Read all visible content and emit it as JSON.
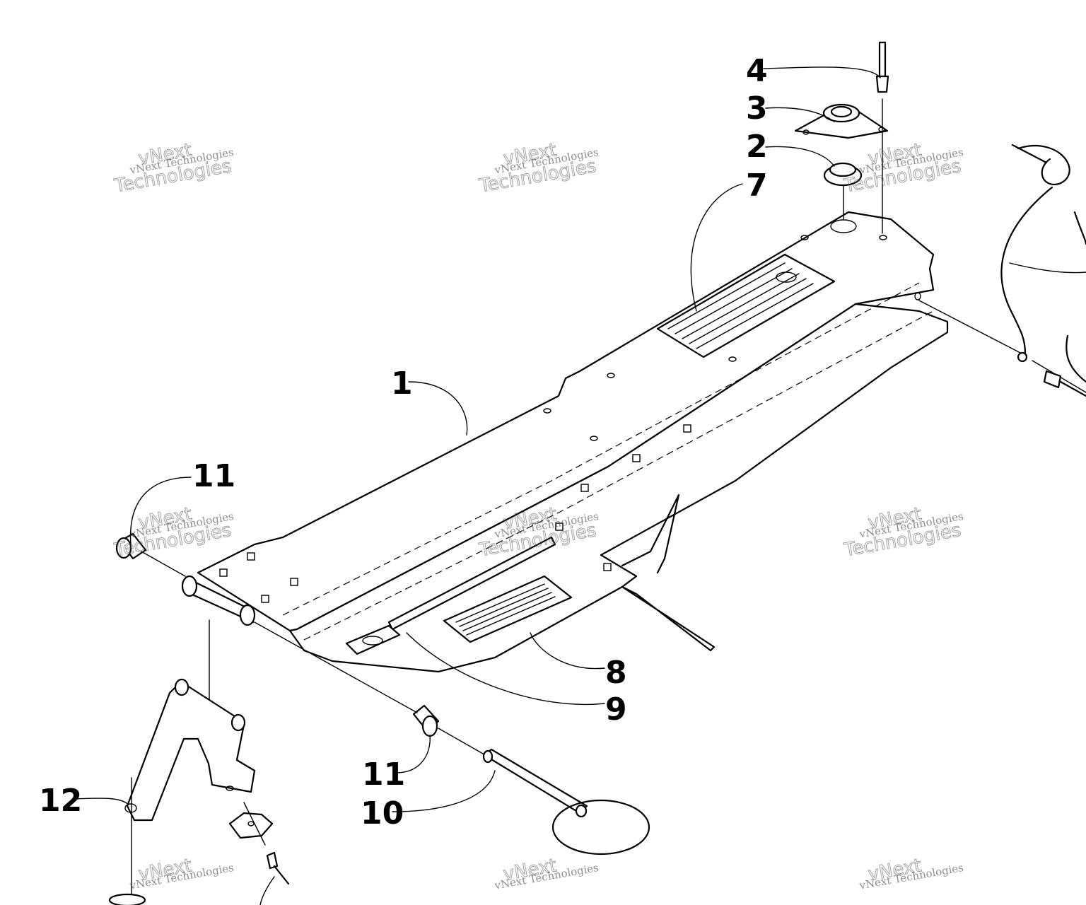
{
  "callouts": {
    "c1": "1",
    "c2": "2",
    "c3": "3",
    "c4": "4",
    "c7": "7",
    "c8": "8",
    "c9": "9",
    "c10": "10",
    "c11a": "11",
    "c11b": "11",
    "c12": "12"
  },
  "watermark": {
    "small": "vNext Technologies",
    "big_a": "vNext",
    "big_b": "Technologies"
  },
  "colors": {
    "line": "#000000",
    "background": "#ffffff"
  }
}
